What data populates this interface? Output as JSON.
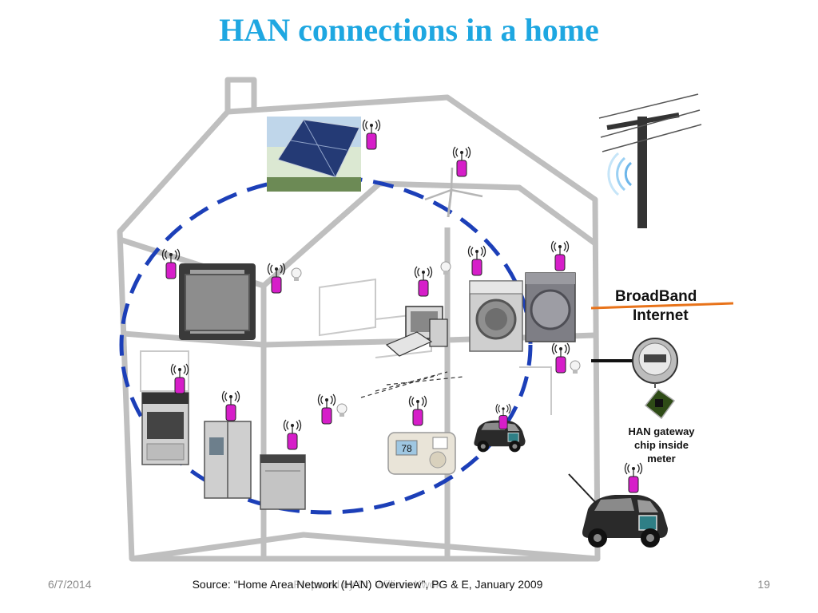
{
  "title": "HAN connections in a home",
  "labels": {
    "broadband_line1": "BroadBand",
    "broadband_line2": "Internet",
    "gateway_line1": "HAN gateway",
    "gateway_line2": "chip inside",
    "gateway_line3": "meter",
    "thermostat_display": "78"
  },
  "footer": {
    "date": "6/7/2014",
    "source": "Source: “Home Area Network (HAN) Overview”, PG & E, January 2009",
    "presenter": "Prepared by Dr. William Kwok",
    "page": "19"
  },
  "colors": {
    "title": "#1ea7e1",
    "network_ring": "#1c3fb8",
    "antenna": "#d61ec9",
    "broadband_line": "#e8731a"
  },
  "icons": [
    "solar-panel-icon",
    "wind-turbine-icon",
    "television-icon",
    "computer-icon",
    "washing-machine-icon",
    "dryer-icon",
    "oven-icon",
    "refrigerator-icon",
    "dishwasher-icon",
    "thermostat-icon",
    "electric-car-icon",
    "smart-meter-icon",
    "gateway-chip-icon",
    "utility-pole-icon",
    "antenna-icon",
    "light-bulb-icon"
  ]
}
